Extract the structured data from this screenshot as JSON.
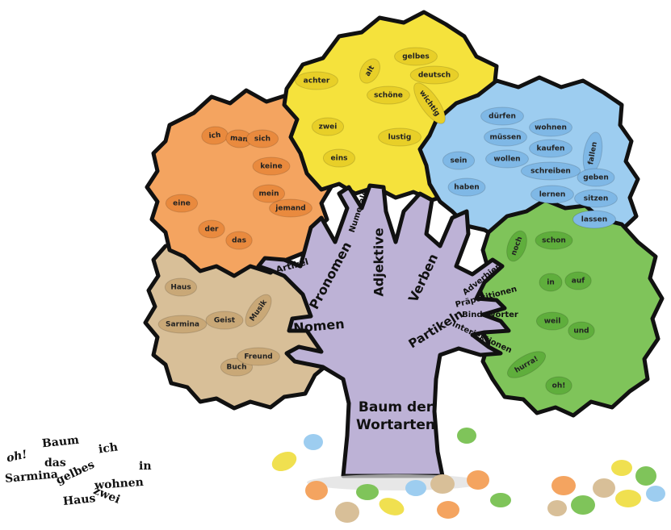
{
  "trunk": {
    "title_line1": "Baum der",
    "title_line2": "Wortarten"
  },
  "branches": {
    "nomen": "Nomen",
    "artikel": "Artikel",
    "pronomen": "Pronomen",
    "numerale": "Numerale",
    "adjektive": "Adjektive",
    "verben": "Verben",
    "partikeln": "Partikeln",
    "adverbien": "Adverbien",
    "praepositionen": "Präpositionen",
    "bindewoerter": "Bindewörter",
    "interjektionen": "Interjektionen"
  },
  "crowns": {
    "pronomen": {
      "color": "#f4a460",
      "words": [
        "ich",
        "man",
        "sich",
        "keine",
        "mein",
        "jemand",
        "eine",
        "der",
        "das"
      ]
    },
    "numerale_adjektive": {
      "color": "#f5e23c",
      "words": [
        "achter",
        "alt",
        "gelbes",
        "deutsch",
        "schöne",
        "wichtig",
        "zwei",
        "lustig",
        "eins"
      ]
    },
    "verben": {
      "color": "#9dcdf0",
      "words": [
        "dürfen",
        "müssen",
        "wohnen",
        "kaufen",
        "wollen",
        "sein",
        "haben",
        "schreiben",
        "fallen",
        "geben",
        "lernen",
        "sitzen",
        "lassen"
      ]
    },
    "nomen": {
      "color": "#d8bf98",
      "words": [
        "Haus",
        "Sarmina",
        "Geist",
        "Musik",
        "Buch",
        "Freund"
      ]
    },
    "partikeln": {
      "color": "#7fc45a",
      "words": [
        "noch",
        "schon",
        "in",
        "auf",
        "weil",
        "und",
        "hurra!",
        "oh!"
      ]
    }
  },
  "loose_words": [
    "oh!",
    "Baum",
    "ich",
    "das",
    "Sarmina",
    "gelbes",
    "wohnen",
    "in",
    "Haus",
    "zwei"
  ]
}
